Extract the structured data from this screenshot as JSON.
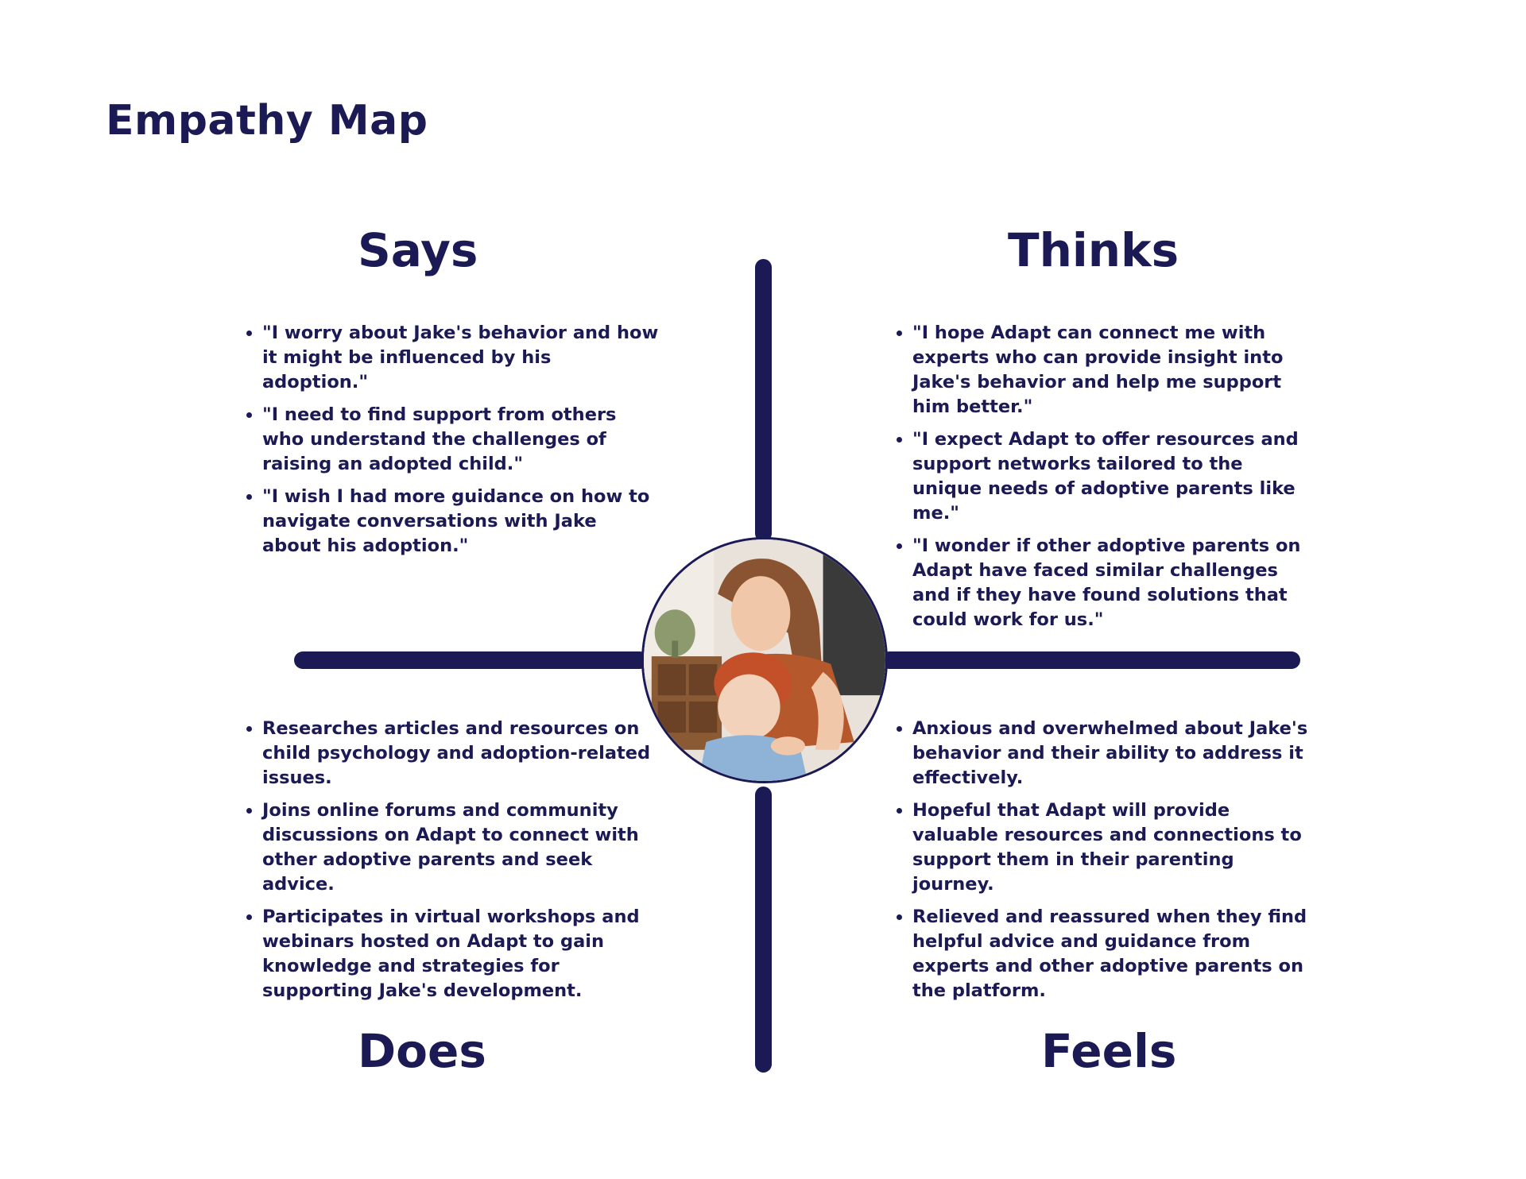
{
  "title": "Empathy Map",
  "colors": {
    "primary": "#1c1a55",
    "background": "#ffffff"
  },
  "center_image": {
    "description_icon": "parent-and-child-photo"
  },
  "quadrants": {
    "says": {
      "heading": "Says",
      "items": [
        "\"I worry about Jake's behavior and how it might be influenced by his adoption.\"",
        "\"I need to find support from others who understand the challenges of raising an adopted child.\"",
        "\"I wish I had more guidance on how to navigate conversations with Jake about his adoption.\""
      ]
    },
    "thinks": {
      "heading": "Thinks",
      "items": [
        "\"I hope Adapt can connect me with experts who can provide insight into Jake's behavior and help me support him better.\"",
        "\"I expect Adapt to offer resources and support networks tailored to the unique needs of adoptive parents like me.\"",
        "\"I wonder if other adoptive parents on Adapt have faced similar challenges and if they have found solutions that could work for us.\""
      ]
    },
    "does": {
      "heading": "Does",
      "items": [
        "Researches articles and resources on child psychology and adoption-related issues.",
        "Joins online forums and community discussions on Adapt to connect with other adoptive parents and seek advice.",
        "Participates in virtual workshops and webinars hosted on Adapt to gain knowledge and strategies for supporting Jake's development."
      ]
    },
    "feels": {
      "heading": "Feels",
      "items": [
        "Anxious and overwhelmed about Jake's behavior and their ability to address it effectively.",
        "Hopeful that Adapt will provide valuable resources and connections to support them in their parenting journey.",
        "Relieved and reassured when they find helpful advice and guidance from experts and other adoptive parents on the platform."
      ]
    }
  }
}
